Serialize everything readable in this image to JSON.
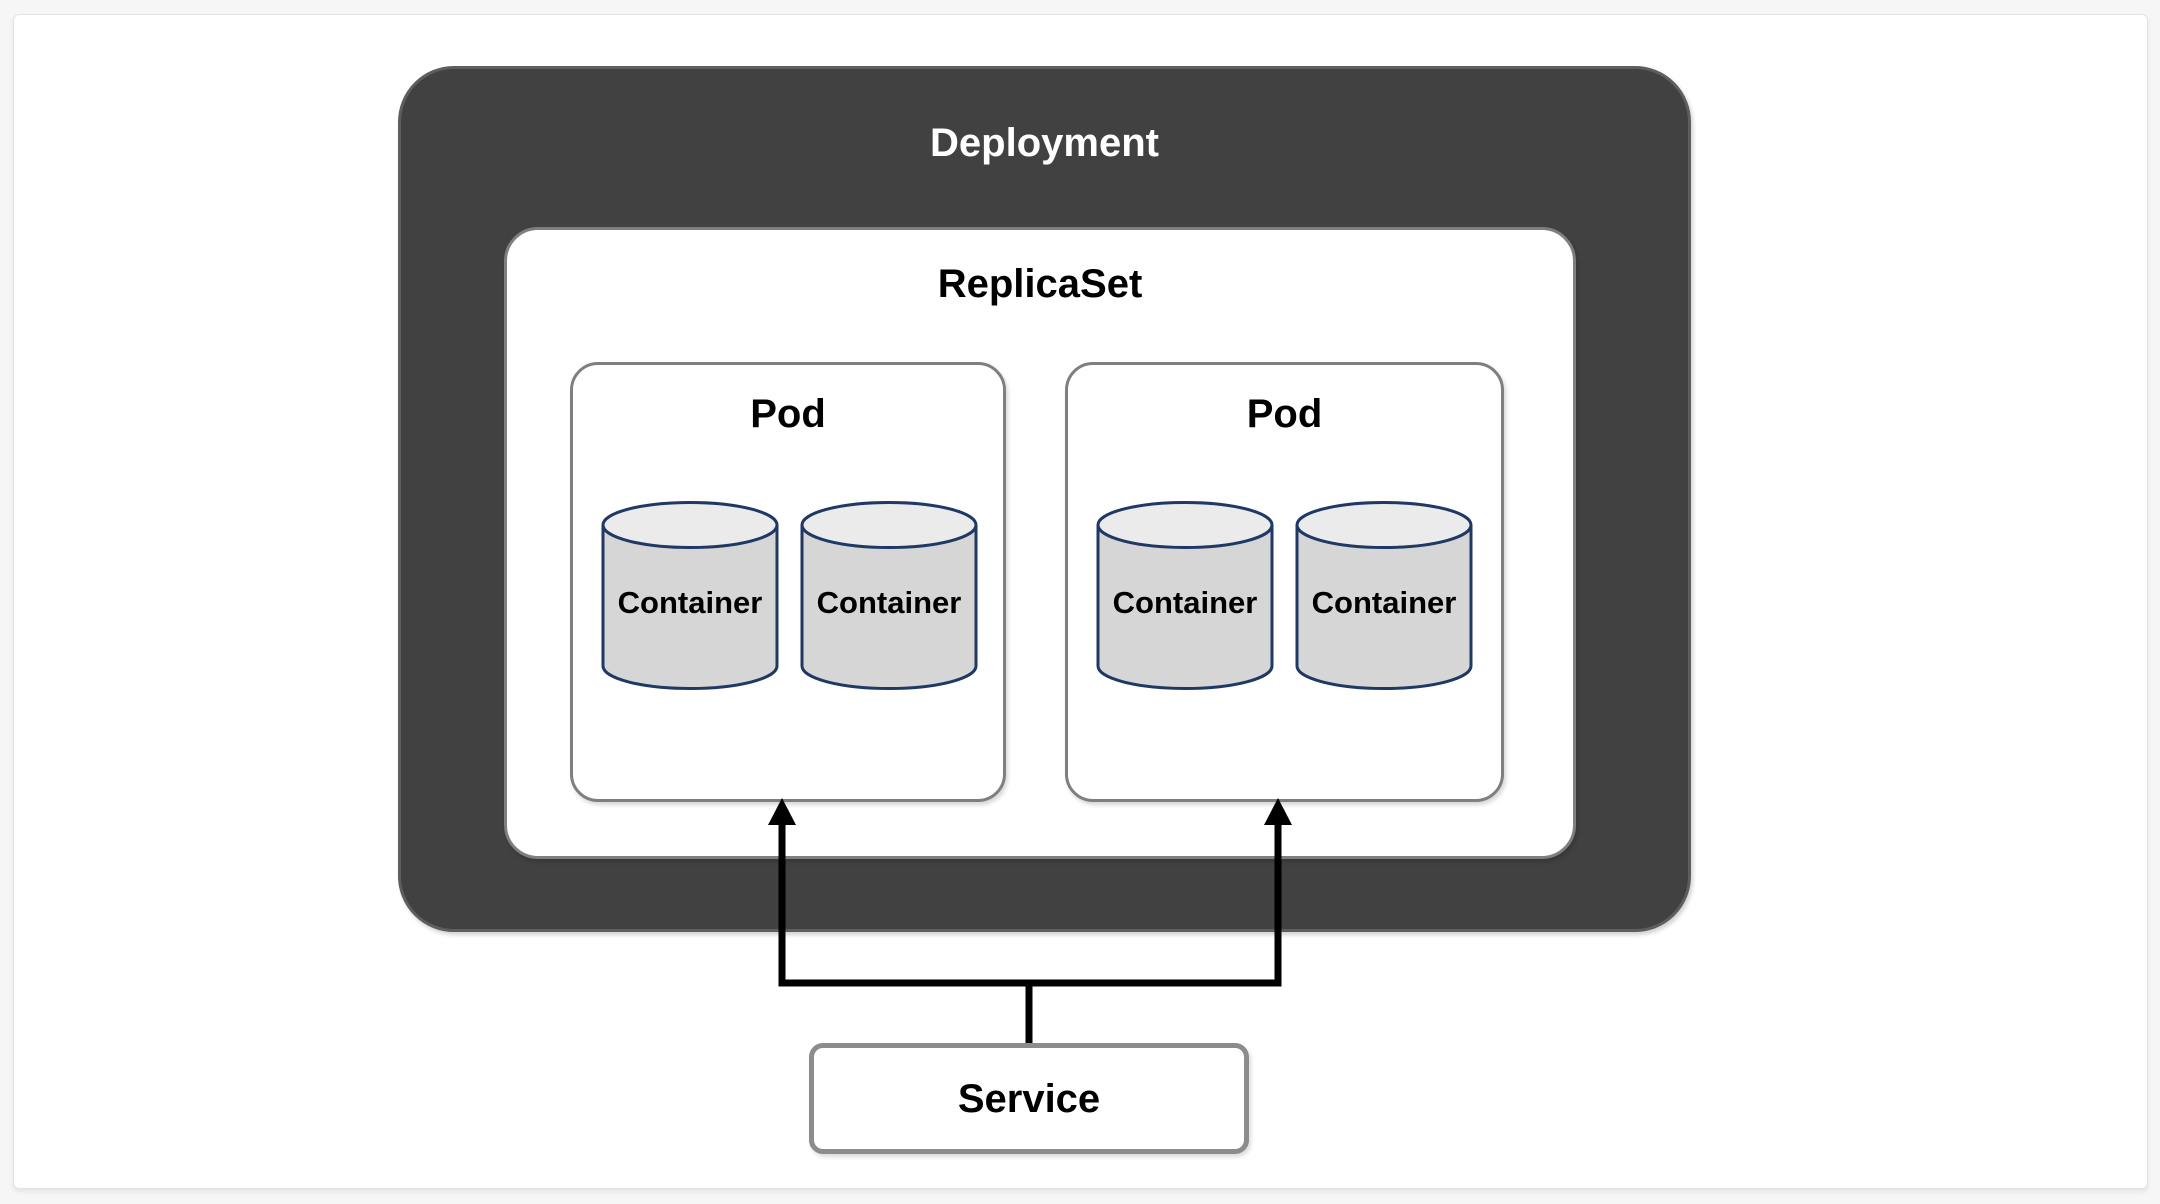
{
  "colors": {
    "page-bg": "#f6f6f6",
    "canvas-bg": "#ffffff",
    "canvas-border": "#e3e3e3",
    "deployment-fill": "#414141",
    "deployment-border": "#5e5e5e",
    "deployment-title": "#ffffff",
    "box-fill": "#ffffff",
    "box-border": "#7f7f7f",
    "service-border": "#8c8c8c",
    "cylinder-body": "#d6d6d6",
    "cylinder-top": "#ebebeb",
    "cylinder-stroke": "#1f3864",
    "label-color": "#000000",
    "connector-color": "#000000"
  },
  "diagram": {
    "deployment": {
      "label": "Deployment"
    },
    "replicaset": {
      "label": "ReplicaSet"
    },
    "pods": [
      {
        "label": "Pod",
        "containers": [
          {
            "label": "Container"
          },
          {
            "label": "Container"
          }
        ]
      },
      {
        "label": "Pod",
        "containers": [
          {
            "label": "Container"
          },
          {
            "label": "Container"
          }
        ]
      }
    ],
    "service": {
      "label": "Service"
    }
  }
}
